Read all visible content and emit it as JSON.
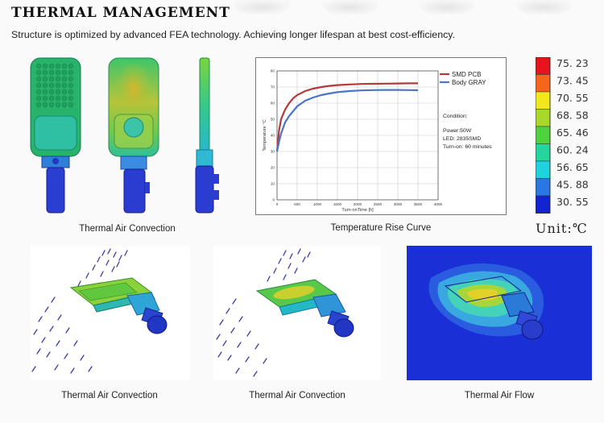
{
  "header": {
    "title": "THERMAL MANAGEMENT",
    "subtitle": "Structure is optimized by advanced FEA  technology. Achieving longer lifespan at best cost-efficiency."
  },
  "captions": {
    "top_left": "Thermal Air Convection",
    "top_chart": "Temperature Rise Curve",
    "bottom_left": "Thermal Air Convection",
    "bottom_middle": "Thermal Air Convection",
    "bottom_right": "Thermal Air Flow"
  },
  "scale": {
    "values": [
      "75. 23",
      "73. 45",
      "70. 55",
      "68. 58",
      "65. 46",
      "60. 24",
      "56. 65",
      "45. 88",
      "30. 55"
    ],
    "colors": [
      "#e8141b",
      "#f5661c",
      "#f2e71a",
      "#a9d82a",
      "#4fd23f",
      "#25d59e",
      "#1fd3de",
      "#2a76e2",
      "#1224cf"
    ],
    "unit": "Unit:℃"
  },
  "chart_data": {
    "type": "line",
    "xlabel": "Turn-onTime [h]",
    "ylabel": "Temperature °C",
    "xlim": [
      0,
      4000
    ],
    "ylim": [
      0,
      80
    ],
    "xticks": [
      0,
      500,
      1000,
      1500,
      2000,
      2500,
      3000,
      3500,
      4000
    ],
    "yticks": [
      0,
      10,
      20,
      30,
      40,
      50,
      60,
      70,
      80
    ],
    "grid": true,
    "legend_position": "top-right",
    "series": [
      {
        "name": "SMD PCB",
        "color": "#b23a3a",
        "x": [
          0,
          50,
          100,
          200,
          300,
          400,
          500,
          700,
          900,
          1100,
          1300,
          1500,
          1800,
          2100,
          2400,
          2700,
          3000,
          3300,
          3500
        ],
        "values": [
          30,
          43,
          50,
          56,
          60,
          63,
          65,
          67.5,
          69,
          70,
          70.7,
          71.2,
          71.6,
          71.9,
          72,
          72.1,
          72.2,
          72.3,
          72.3
        ]
      },
      {
        "name": "Body GRAY",
        "color": "#4b76c8",
        "x": [
          0,
          50,
          100,
          200,
          300,
          400,
          500,
          700,
          900,
          1100,
          1300,
          1500,
          1800,
          2100,
          2400,
          2700,
          3000,
          3300,
          3500
        ],
        "values": [
          30,
          36,
          41,
          48,
          52,
          55,
          58,
          61.5,
          63.5,
          65,
          66,
          66.8,
          67.5,
          67.9,
          68.1,
          68.2,
          68.2,
          68.1,
          68
        ]
      }
    ],
    "annotation": {
      "heading": "Condition:",
      "lines": [
        "Power:50W",
        "LED: 2835SMD",
        "Turn-on: 60 minutes"
      ]
    }
  }
}
